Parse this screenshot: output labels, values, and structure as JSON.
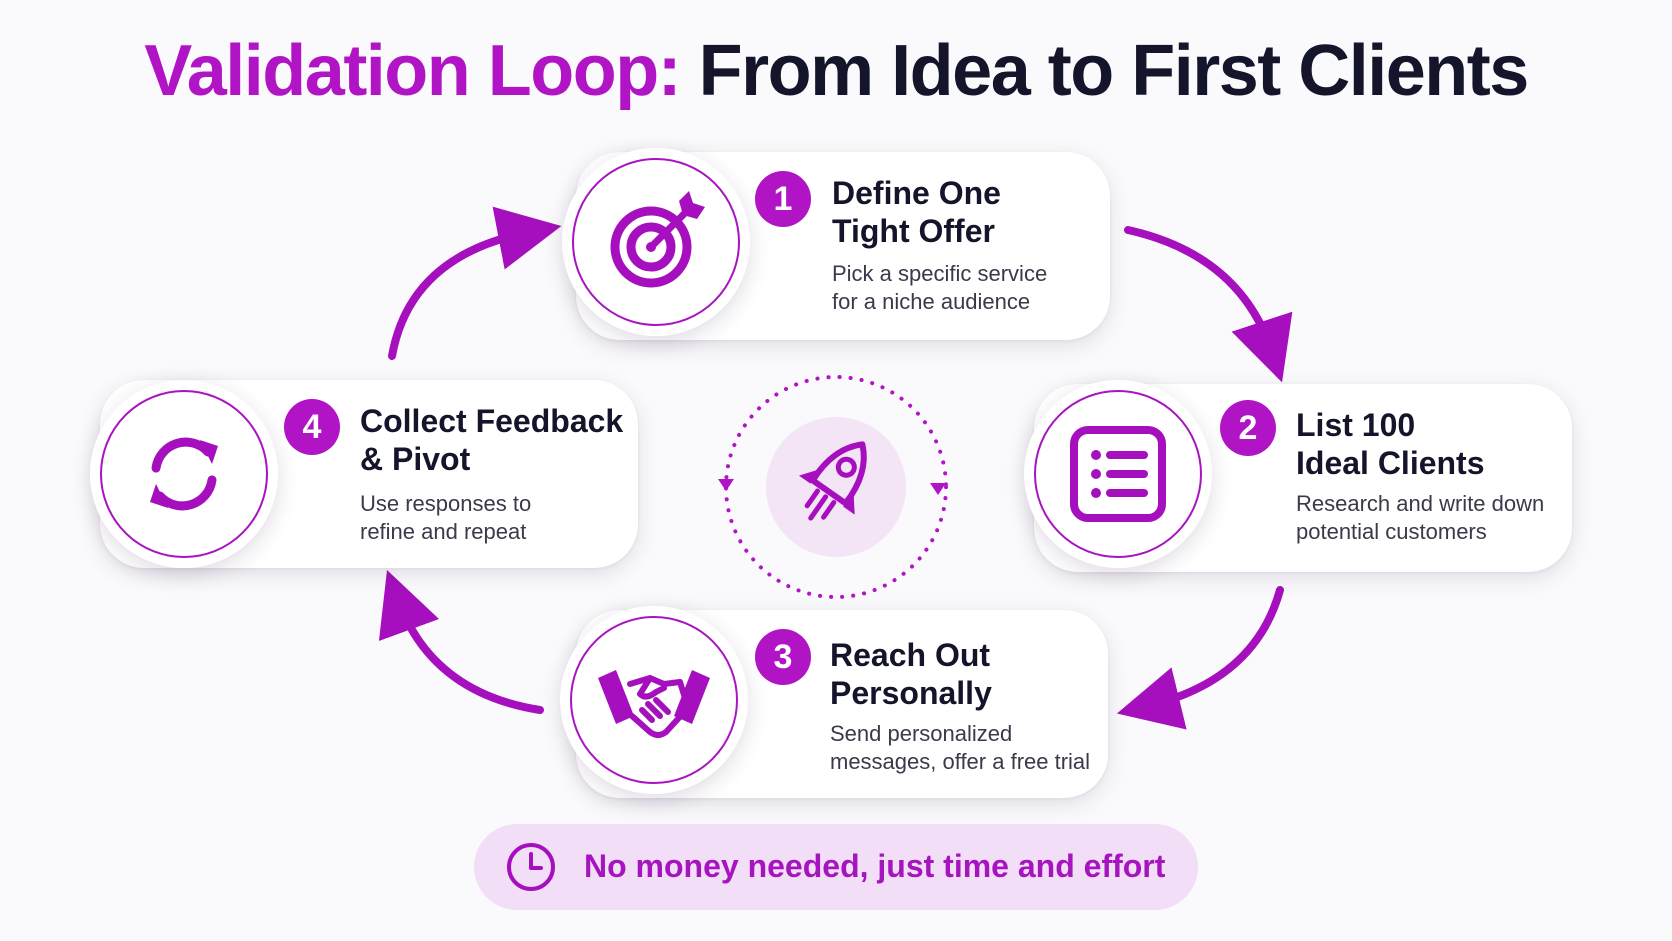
{
  "title": {
    "part1": "Validation Loop:",
    "part2": "From Idea to First Clients"
  },
  "steps": [
    {
      "number": "1",
      "title": "Define One\nTight Offer",
      "desc": "Pick a specific service\nfor a niche audience",
      "icon": "target-icon"
    },
    {
      "number": "2",
      "title": "List 100\nIdeal Clients",
      "desc": "Research and write down\npotential customers",
      "icon": "list-icon"
    },
    {
      "number": "3",
      "title": "Reach Out\nPersonally",
      "desc": "Send personalized\nmessages, offer a free trial",
      "icon": "handshake-icon"
    },
    {
      "number": "4",
      "title": "Collect Feedback\n& Pivot",
      "desc": "Use responses to\nrefine and repeat",
      "icon": "refresh-icon"
    }
  ],
  "center": {
    "icon": "rocket-icon"
  },
  "footer": {
    "text": "No money needed, just time and effort",
    "icon": "clock-icon"
  },
  "colors": {
    "accent": "#b014c4",
    "dark": "#14142a",
    "pill": "#f2def6"
  }
}
